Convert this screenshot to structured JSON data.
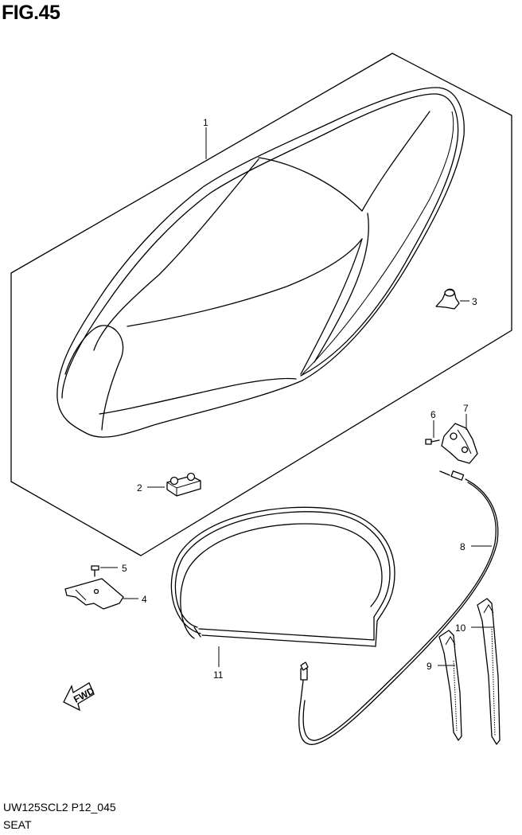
{
  "figure_title": "FIG.45",
  "diagram_code": "UW125SCL2 P12_045",
  "section_name": "SEAT",
  "fwd_label": "FWD",
  "callouts": [
    "1",
    "2",
    "3",
    "4",
    "5",
    "6",
    "7",
    "8",
    "9",
    "10",
    "11"
  ],
  "parts": [
    {
      "ref": "1",
      "icon": "seat-icon"
    },
    {
      "ref": "2",
      "icon": "seat-cushion-icon"
    },
    {
      "ref": "3",
      "icon": "seat-cushion-icon"
    },
    {
      "ref": "4",
      "icon": "bracket-icon"
    },
    {
      "ref": "5",
      "icon": "screw-icon"
    },
    {
      "ref": "6",
      "icon": "seat-lock-icon"
    },
    {
      "ref": "7",
      "icon": "bolt-icon"
    },
    {
      "ref": "8",
      "icon": "cable-icon"
    },
    {
      "ref": "9",
      "icon": "clamp-icon"
    },
    {
      "ref": "10",
      "icon": "clamp-icon"
    },
    {
      "ref": "11",
      "icon": "seal-ring-icon"
    }
  ]
}
